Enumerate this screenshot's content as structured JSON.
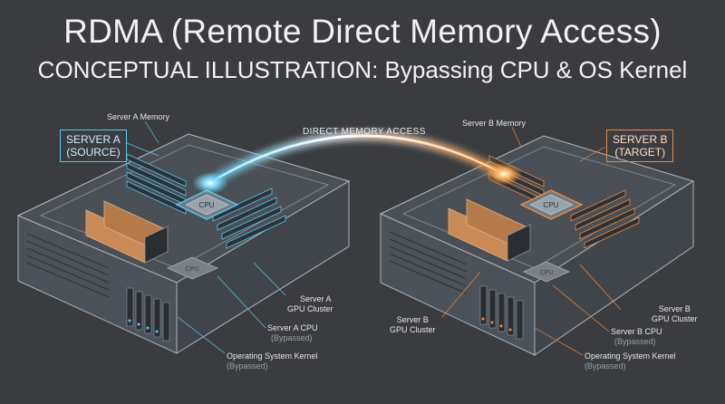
{
  "title": "RDMA (Remote Direct Memory Access)",
  "subtitle": "CONCEPTUAL ILLUSTRATION: Bypassing CPU & OS Kernel",
  "dma_label": "DIRECT MEMORY ACCESS",
  "chip_label": "CPU",
  "colors": {
    "background": "#3a3c40",
    "server_a_accent": "#58c6ee",
    "server_b_accent": "#f0883a"
  },
  "server_a": {
    "box_line1": "SERVER A",
    "box_line2": "(SOURCE)",
    "memory_label": "Server A Memory",
    "gpu_label_line1": "Server A",
    "gpu_label_line2": "GPU Cluster",
    "cpu_label_line1": "Server A CPU",
    "cpu_label_line2": "(Bypassed)",
    "kernel_label_line1": "Operating System Kernel",
    "kernel_label_line2": "(Bypassed)"
  },
  "server_b": {
    "box_line1": "SERVER B",
    "box_line2": "(TARGET)",
    "memory_label": "Server B Memory",
    "gpu_left_line1": "Server B",
    "gpu_left_line2": "GPU Cluster",
    "gpu_right_line1": "Server B",
    "gpu_right_line2": "GPU Cluster",
    "cpu_label_line1": "Server B CPU",
    "cpu_label_line2": "(Bypassed)",
    "kernel_label_line1": "Operating System Kernel",
    "kernel_label_line2": "(Bypassed)"
  }
}
